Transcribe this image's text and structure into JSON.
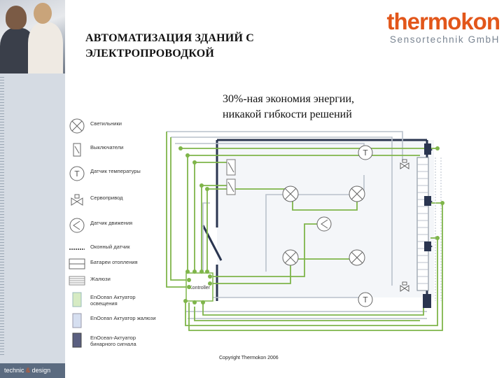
{
  "header": {
    "title_line1": "АВТОМАТИЗАЦИЯ ЗДАНИЙ С",
    "title_line2": "ЭЛЕКТРОПРОВОДКОЙ",
    "subtitle_line1": "30%-ная экономия энергии,",
    "subtitle_line2": "никакой гибкости решений"
  },
  "logo": {
    "main": "thermokon",
    "sub": "Sensortechnik GmbH"
  },
  "sidebar": {
    "badge_left": "technic",
    "badge_amp": "&",
    "badge_right": "design"
  },
  "legend": [
    {
      "label": "Светильники",
      "icon": "lamp-icon"
    },
    {
      "label": "Выключатели",
      "icon": "switch-icon"
    },
    {
      "label": "Датчик температуры",
      "icon": "temperature-sensor-icon"
    },
    {
      "label": "Сервопривод",
      "icon": "valve-actuator-icon"
    },
    {
      "label": "Датчик движения",
      "icon": "motion-sensor-icon"
    },
    {
      "label": "Оконный датчик",
      "icon": "window-contact-icon"
    },
    {
      "label": "Батареи отопления",
      "icon": "radiator-icon"
    },
    {
      "label": "Жалюзи",
      "icon": "blinds-icon"
    },
    {
      "label": "EnOcean Актуатор освещения",
      "icon": "lighting-actuator-icon"
    },
    {
      "label": "EnOcean Актуатор жалюзи",
      "icon": "blind-actuator-icon"
    },
    {
      "label": "EnOcean-Актуатор бинарного сигнала",
      "icon": "binary-actuator-icon"
    }
  ],
  "diagram": {
    "controller_label": "Kontroller",
    "sensor_letter": "T"
  },
  "footer": {
    "copyright": "Copyright Thermokon 2006"
  },
  "colors": {
    "accent": "#e2561a",
    "wire_green": "#7fb54a",
    "wire_gray": "#b9c1cc",
    "frame_navy": "#2a3550"
  }
}
